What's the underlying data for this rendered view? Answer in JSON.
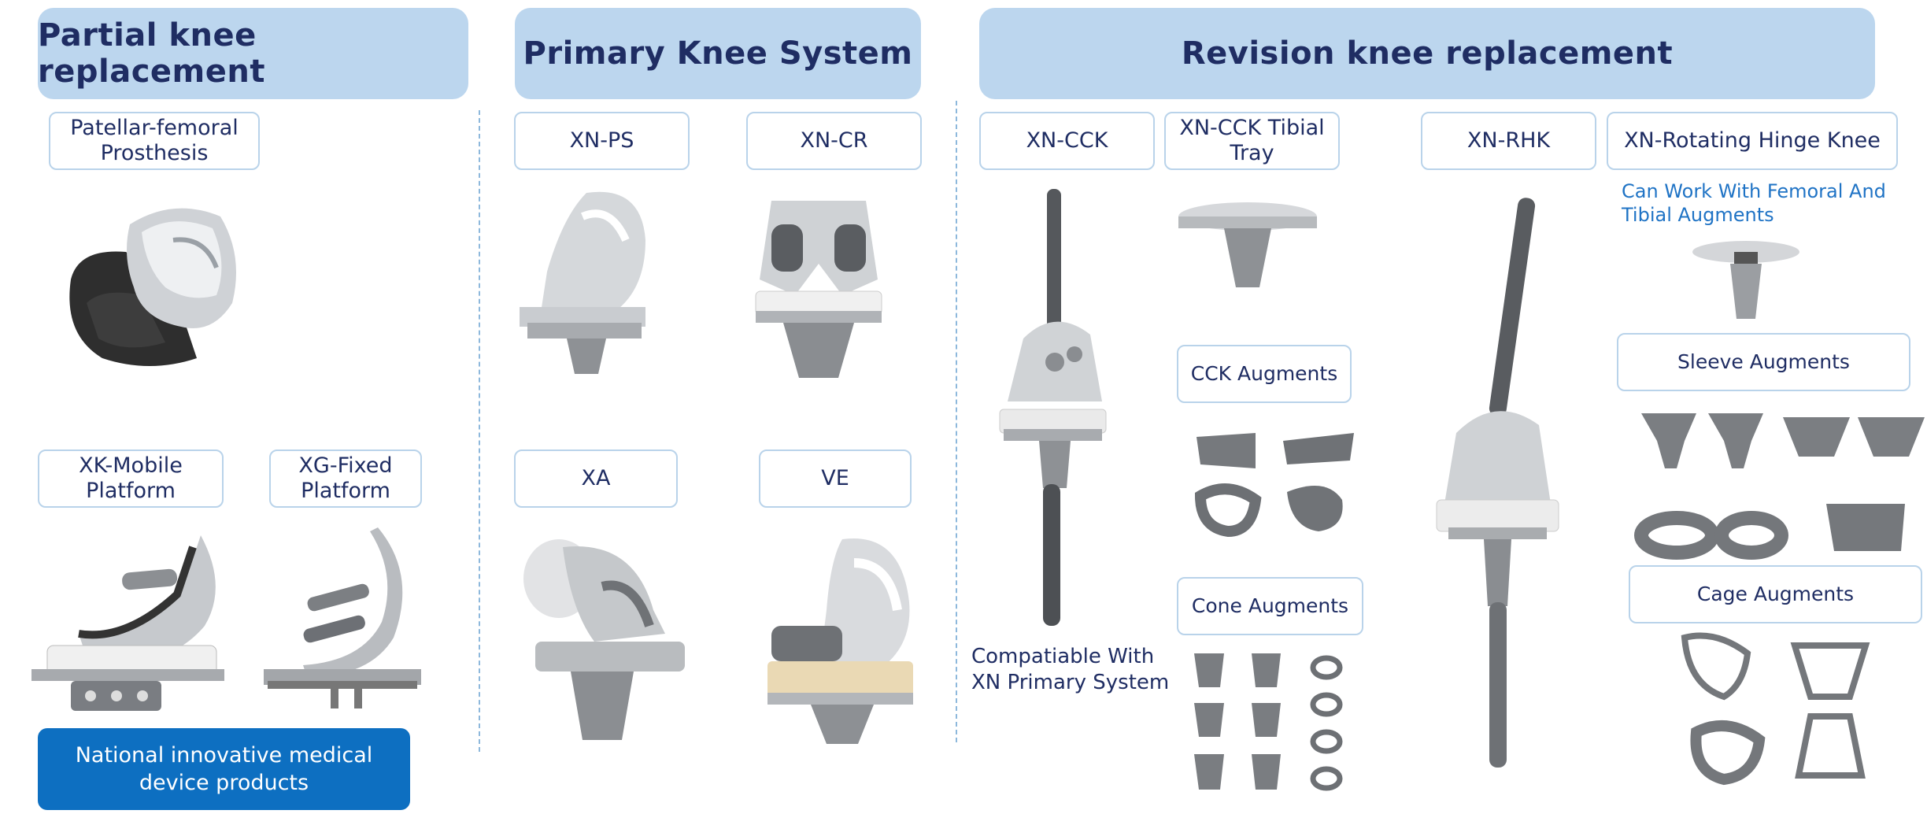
{
  "sections": {
    "partial": "Partial knee replacement",
    "primary": "Primary Knee System",
    "revision": "Revision knee replacement"
  },
  "products": {
    "patellar": "Patellar-femoral Prosthesis",
    "xk": "XK-Mobile Platform",
    "xg": "XG-Fixed Platform",
    "xnps": "XN-PS",
    "xncr": "XN-CR",
    "xa": "XA",
    "ve": "VE",
    "xncck": "XN-CCK",
    "xncck_tray": "XN-CCK Tibial Tray",
    "xnrhk": "XN-RHK",
    "xnrot": "XN-Rotating Hinge Knee",
    "cck_aug": "CCK Augments",
    "cone_aug": "Cone Augments",
    "sleeve_aug": "Sleeve Augments",
    "cage_aug": "Cage Augments"
  },
  "notes": {
    "compatible": "Compatiable With XN Primary System",
    "can_work": "Can Work With Femoral And Tibial Augments"
  },
  "badge": "National innovative medical device products",
  "colors": {
    "header_bg": "#bcd6ee",
    "title_text": "#1f2d63",
    "pill_border": "#b9d3ea",
    "badge_bg": "#0d6fc1",
    "blue_note": "#1f73c5"
  }
}
